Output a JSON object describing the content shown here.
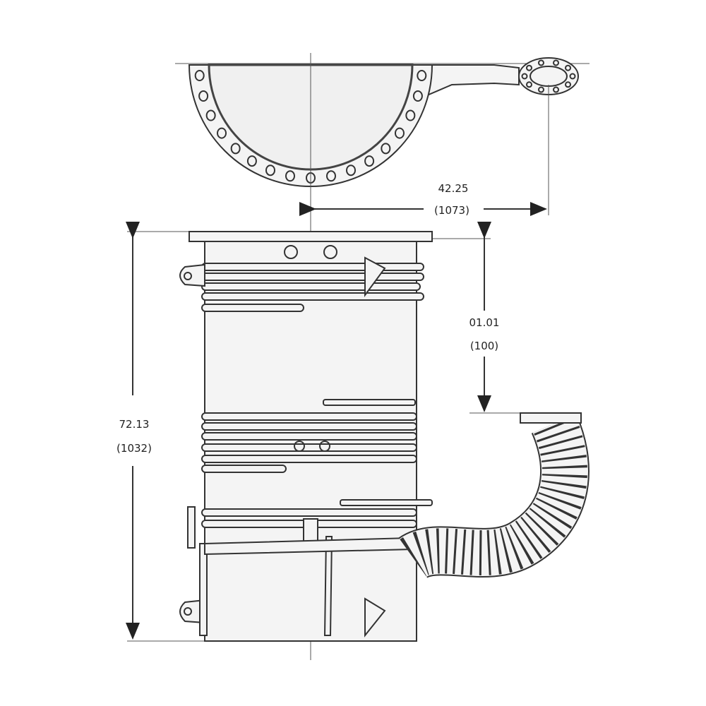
{
  "drawing": {
    "top_view": {
      "width_dimension": "42.25",
      "width_dimension_metric": "(1073)"
    },
    "side_view": {
      "outlet_height_dimension": "01.01",
      "outlet_height_dimension_metric": "(100)",
      "overall_height_dimension": "72.13",
      "overall_height_dimension_metric": "(1032)"
    },
    "colors": {
      "line": "#333333",
      "fill": "#f4f4f4",
      "background": "#ffffff"
    }
  }
}
